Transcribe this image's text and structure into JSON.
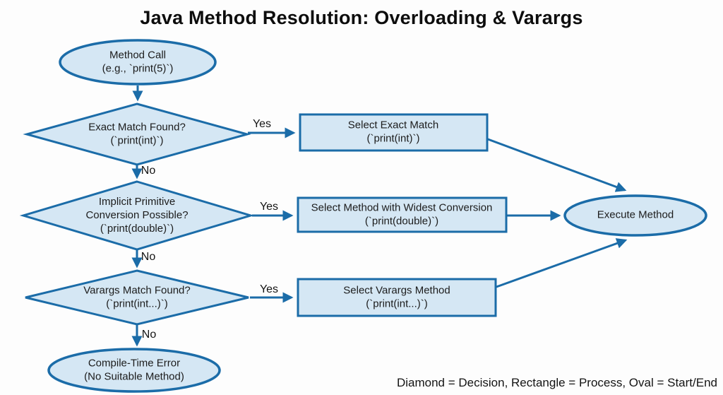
{
  "title": "Java Method Resolution: Overloading & Varargs",
  "legend": "Diamond = Decision, Rectangle = Process, Oval = Start/End",
  "colors": {
    "shape_fill": "#d5e7f4",
    "shape_border": "#1b6ca8",
    "arrow": "#1b6ca8",
    "text": "#1c1c1c",
    "background": "#fdfdfd"
  },
  "nodes": {
    "method_call": {
      "type": "oval",
      "line1": "Method Call",
      "line2": "(e.g., `print(5)`)"
    },
    "exact_match": {
      "type": "diamond",
      "line1": "Exact Match Found?",
      "line2": "(`print(int)`)"
    },
    "select_exact": {
      "type": "rect",
      "line1": "Select Exact Match",
      "line2": "(`print(int)`)"
    },
    "implicit_conversion": {
      "type": "diamond",
      "line1": "Implicit Primitive",
      "line2": "Conversion Possible?",
      "line3": "(`print(double)`)"
    },
    "select_widest": {
      "type": "rect",
      "line1": "Select Method with Widest Conversion",
      "line2": "(`print(double)`)"
    },
    "varargs_match": {
      "type": "diamond",
      "line1": "Varargs Match Found?",
      "line2": "(`print(int...)`)"
    },
    "select_varargs": {
      "type": "rect",
      "line1": "Select Varargs Method",
      "line2": "(`print(int...)`)"
    },
    "execute_method": {
      "type": "oval",
      "line1": "Execute Method"
    },
    "compile_error": {
      "type": "oval",
      "line1": "Compile-Time Error",
      "line2": "(No Suitable Method)"
    }
  },
  "edge_labels": {
    "yes1": "Yes",
    "no1": "No",
    "yes2": "Yes",
    "no2": "No",
    "yes3": "Yes",
    "no3": "No"
  }
}
